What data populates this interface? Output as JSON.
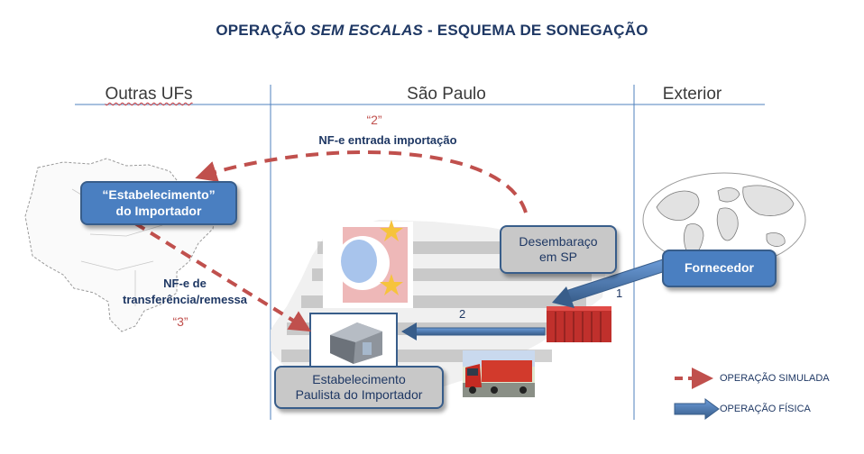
{
  "title": {
    "part1": "OPERAÇÃO ",
    "part2": "SEM ESCALAS",
    "part3": " - ESQUEMA DE SONEGAÇÃO"
  },
  "columns": [
    "Outras UFs",
    "São Paulo",
    "Exterior"
  ],
  "nodes": {
    "estabelecimento_importador": {
      "line1": "“Estabelecimento”",
      "line2": "do Importador"
    },
    "desembaraco": {
      "line1": "Desembaraço",
      "line2": "em SP"
    },
    "fornecedor": {
      "label": "Fornecedor"
    },
    "estabelecimento_paulista": {
      "line1": "Estabelecimento",
      "line2": "Paulista do Importador"
    }
  },
  "flows": {
    "nfe_entrada": {
      "quote": "“2”",
      "label": "NF-e entrada importação"
    },
    "nfe_transferencia": {
      "line1": "NF-e de",
      "line2": "transferência/remessa",
      "quote": "“3”"
    },
    "step1": "1",
    "step2": "2"
  },
  "legend": {
    "simulada": "OPERAÇÃO SIMULADA",
    "fisica": "OPERAÇÃO FÍSICA"
  },
  "colors": {
    "title": "#1f3864",
    "dashed_arrow": "#c0504d",
    "solid_arrow": "#4f81bd",
    "blue_box": "#4a7fc1",
    "gray_box": "#c8c8c8"
  },
  "icons": [
    "brazil-map-icon",
    "world-map-icon",
    "sao-paulo-flag-map-icon",
    "warehouse-icon",
    "shipping-container-icon",
    "truck-icon"
  ]
}
